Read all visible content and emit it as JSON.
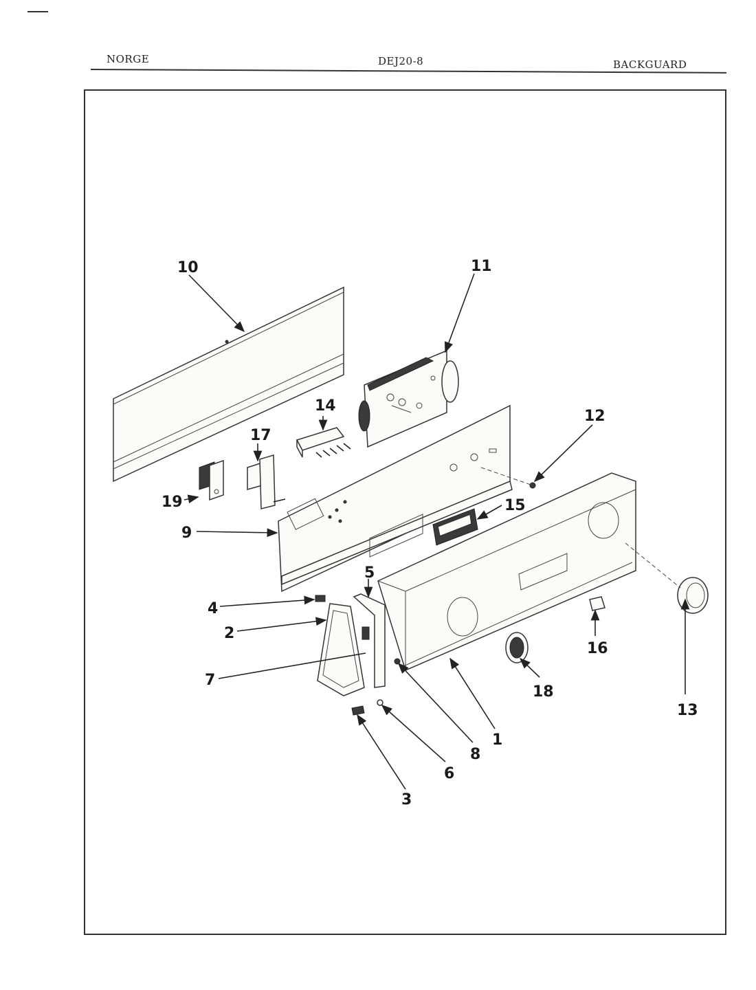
{
  "header": {
    "brand": "NORGE",
    "model": "DEJ20-8",
    "section": "BACKGUARD"
  },
  "callouts": [
    "1",
    "2",
    "3",
    "4",
    "5",
    "6",
    "7",
    "8",
    "9",
    "10",
    "11",
    "12",
    "13",
    "14",
    "15",
    "16",
    "17",
    "18",
    "19"
  ]
}
